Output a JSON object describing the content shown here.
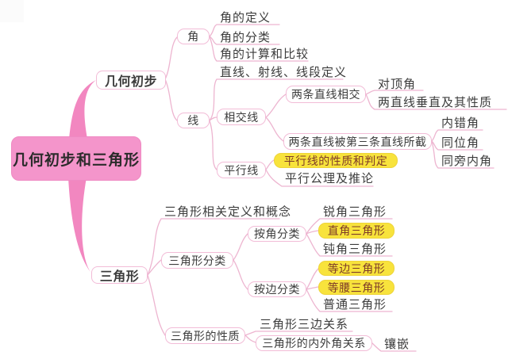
{
  "root": {
    "label": "几何初步和三角形"
  },
  "geometry": {
    "label": "几何初步",
    "angle": {
      "label": "角",
      "definition": "角的定义",
      "classification": "角的分类",
      "calculation": "角的计算和比较"
    },
    "line": {
      "label": "线",
      "definitions": "直线、射线、线段定义",
      "intersecting": {
        "label": "相交线",
        "two_lines_intersect": {
          "label": "两条直线相交",
          "vertical_angles": "对顶角",
          "perpendicular": "两直线垂直及其性质"
        },
        "transversal": {
          "label": "两条直线被第三条直线所截",
          "alternate_interior": "内错角",
          "corresponding": "同位角",
          "co_interior": "同旁内角"
        }
      },
      "parallel": {
        "label": "平行线",
        "properties": "平行线的性质和判定",
        "axiom": "平行公理及推论"
      }
    }
  },
  "triangle": {
    "label": "三角形",
    "concepts": "三角形相关定义和概念",
    "classification": {
      "label": "三角形分类",
      "by_angle": {
        "label": "按角分类",
        "acute": "锐角三角形",
        "right": "直角三角形",
        "obtuse": "钝角三角形"
      },
      "by_side": {
        "label": "按边分类",
        "equilateral": "等边三角形",
        "isosceles": "等腰三角形",
        "scalene": "普通三角形"
      }
    },
    "properties": {
      "label": "三角形的性质",
      "side_relation": "三角形三边关系",
      "angle_relation": "三角形的内外角关系",
      "tessellation": "镶嵌"
    }
  },
  "colors": {
    "root_fill": "#f495cb",
    "trunk": "#f287c0",
    "wire": "#edb5d0",
    "box_border": "#f2bcd7",
    "highlight_fill": "#f8e33c",
    "highlight_text": "#7e3b28",
    "text": "#3c3c3c"
  }
}
